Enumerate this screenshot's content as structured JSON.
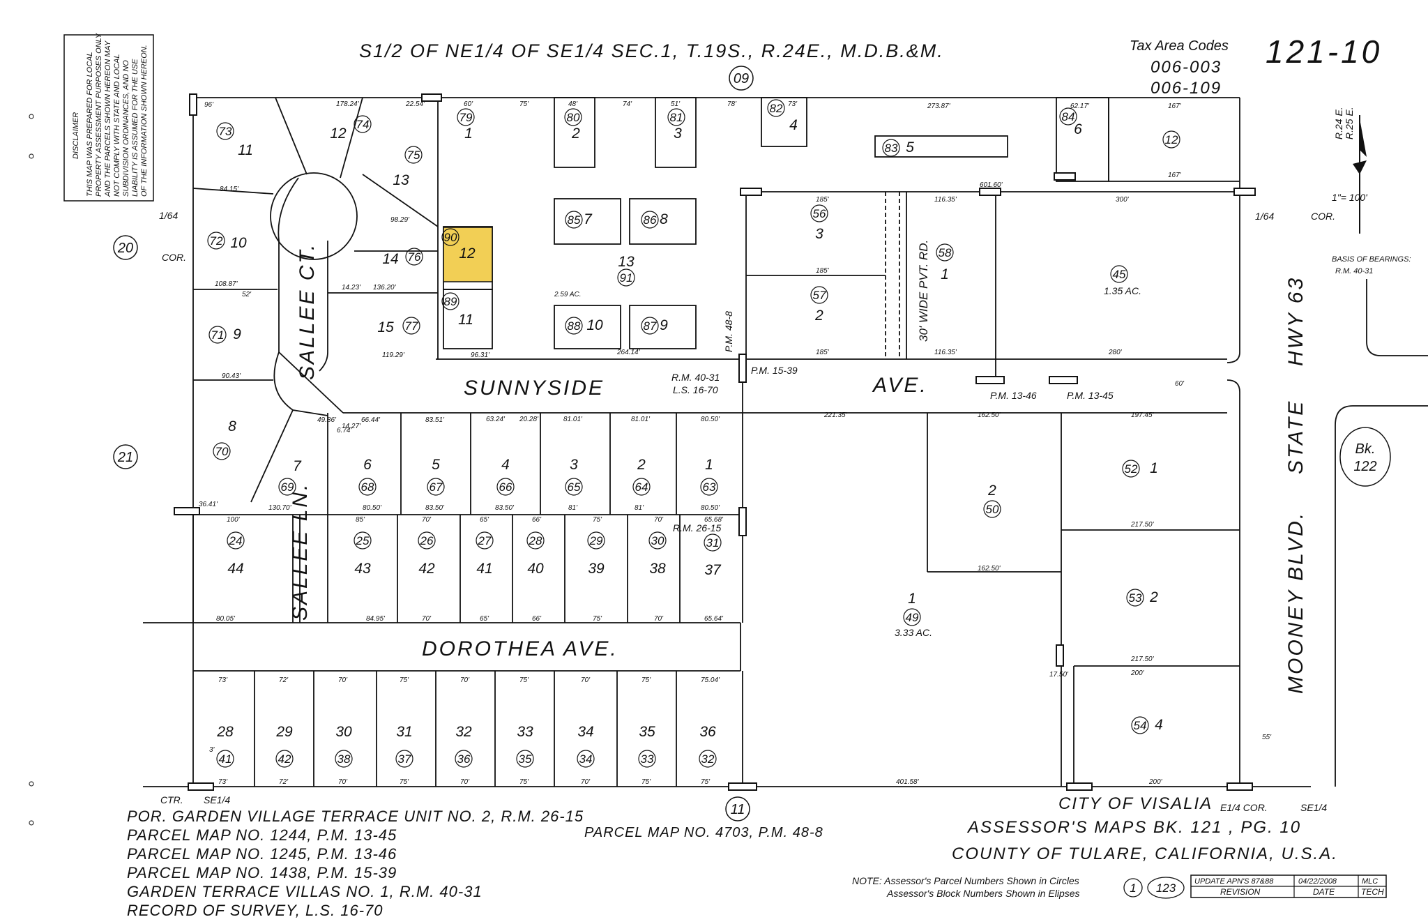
{
  "header": {
    "title": "S1/2 OF NE1/4 OF SE1/4 SEC.1, T.19S., R.24E., M.D.B.&M.",
    "tax_area_label": "Tax Area Codes",
    "tax_code_1": "006-003",
    "tax_code_2": "006-109",
    "map_number": "121-10",
    "block_top": "09",
    "block_bottom": "11",
    "block_left_1": "20",
    "block_left_2": "21"
  },
  "disclaimer": {
    "heading": "DISCLAIMER",
    "lines": [
      "THIS MAP WAS PREPARED FOR LOCAL",
      "PROPERTY ASSESSMENT PURPOSES ONLY",
      "AND THE PARCELS SHOWN HEREON MAY",
      "NOT COMPLY WITH STATE AND LOCAL",
      "SUBDIVISION ORDINANCES, AND NO",
      "LIABILITY IS ASSUMED FOR THE USE",
      "OF THE INFORMATION SHOWN HEREON."
    ]
  },
  "streets": {
    "sallee_ct": "SALLEE CT.",
    "sunnyside": "SUNNYSIDE",
    "ave1": "AVE.",
    "sallee_ln": "SALLEE LN.",
    "dorothea": "DOROTHEA",
    "ave2": "AVE.",
    "private_rd": "30' WIDE PVT. RD.",
    "hwy": "HWY 63",
    "state": "STATE",
    "mooney": "MOONEY BLVD."
  },
  "compass": {
    "r_e": "R.24 E.",
    "r_e2": "R.25 E.",
    "scale": "1\"= 100'",
    "cor": "COR.",
    "sixtyfour": "1/64",
    "bearings": "BASIS OF BEARINGS:",
    "bearings_ref": "R.M. 40-31",
    "left_sixtyfour": "1/64",
    "left_cor": "COR."
  },
  "book_ref": {
    "label": "Bk.",
    "number": "122"
  },
  "refs": {
    "rm4031": "R.M. 40-31",
    "ls1670": "L.S. 16-70",
    "pm1539": "P.M. 15-39",
    "pm1346": "P.M. 13-46",
    "pm1345": "P.M. 13-45",
    "pm488": "P.M. 48-8",
    "rm2615": "R.M. 26-15",
    "ac259": "2.59 AC.",
    "ac135": "1.35 AC.",
    "ac333": "3.33 AC."
  },
  "legend": [
    "POR. GARDEN VILLAGE TERRACE UNIT NO. 2, R.M. 26-15",
    "PARCEL MAP NO. 1244, P.M. 13-45",
    "PARCEL MAP NO. 1245, P.M. 13-46",
    "PARCEL MAP NO. 1438, P.M. 15-39",
    "GARDEN TERRACE VILLAS NO. 1, R.M. 40-31",
    "RECORD OF SURVEY, L.S. 16-70"
  ],
  "parcel_map_4703": "PARCEL MAP NO. 4703, P.M. 48-8",
  "footer": {
    "city": "CITY OF VISALIA",
    "assessor": "ASSESSOR'S MAPS BK. 121 , PG. 10",
    "county": "COUNTY OF TULARE, CALIFORNIA, U.S.A.",
    "note_1": "NOTE: Assessor's Parcel Numbers Shown in Circles",
    "note_2": "Assessor's Block Numbers Shown in Elipses",
    "circle_example": "1",
    "ellipse_example": "123",
    "ctr": "CTR.",
    "se14_left": "SE1/4",
    "e14cor": "E1/4 COR.",
    "se14_right": "SE1/4"
  },
  "revision": {
    "update": "UPDATE APN'S 87&88",
    "date_value": "04/22/2008",
    "tech_value": "MLC",
    "revision_hdr": "REVISION",
    "date_hdr": "DATE",
    "tech_hdr": "TECH"
  },
  "highlight_color": "#f2cf55"
}
